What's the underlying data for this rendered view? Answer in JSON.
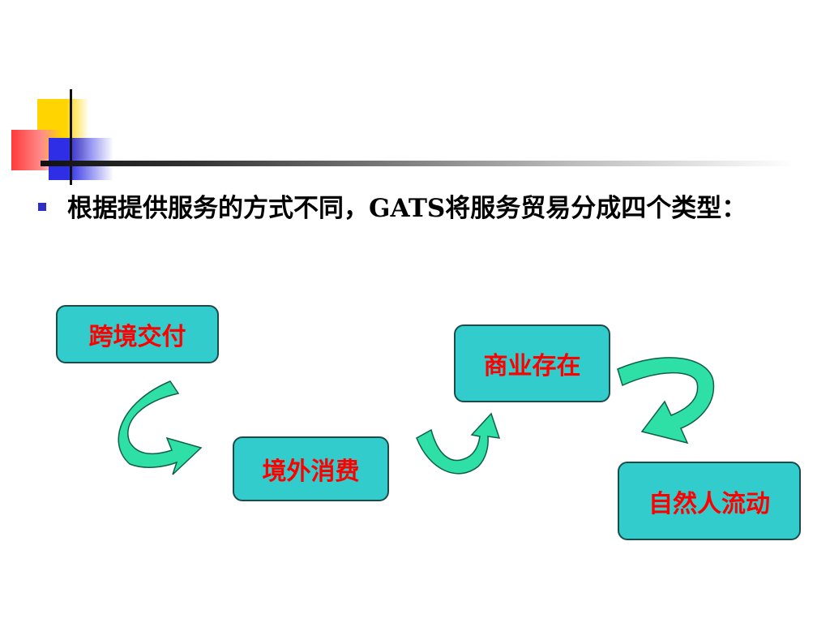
{
  "slide": {
    "bullet_text": "根据提供服务的方式不同，GATS将服务贸易分成四个类型：",
    "boxes": {
      "cross_border": "跨境交付",
      "abroad": "境外消费",
      "commercial": "商业存在",
      "natural_person": "自然人流动"
    }
  },
  "colors": {
    "box_fill": "#33cccc",
    "box_text": "#ff0000",
    "arrow_fill": "#2ee0a6",
    "bullet": "#2d2dc8"
  }
}
